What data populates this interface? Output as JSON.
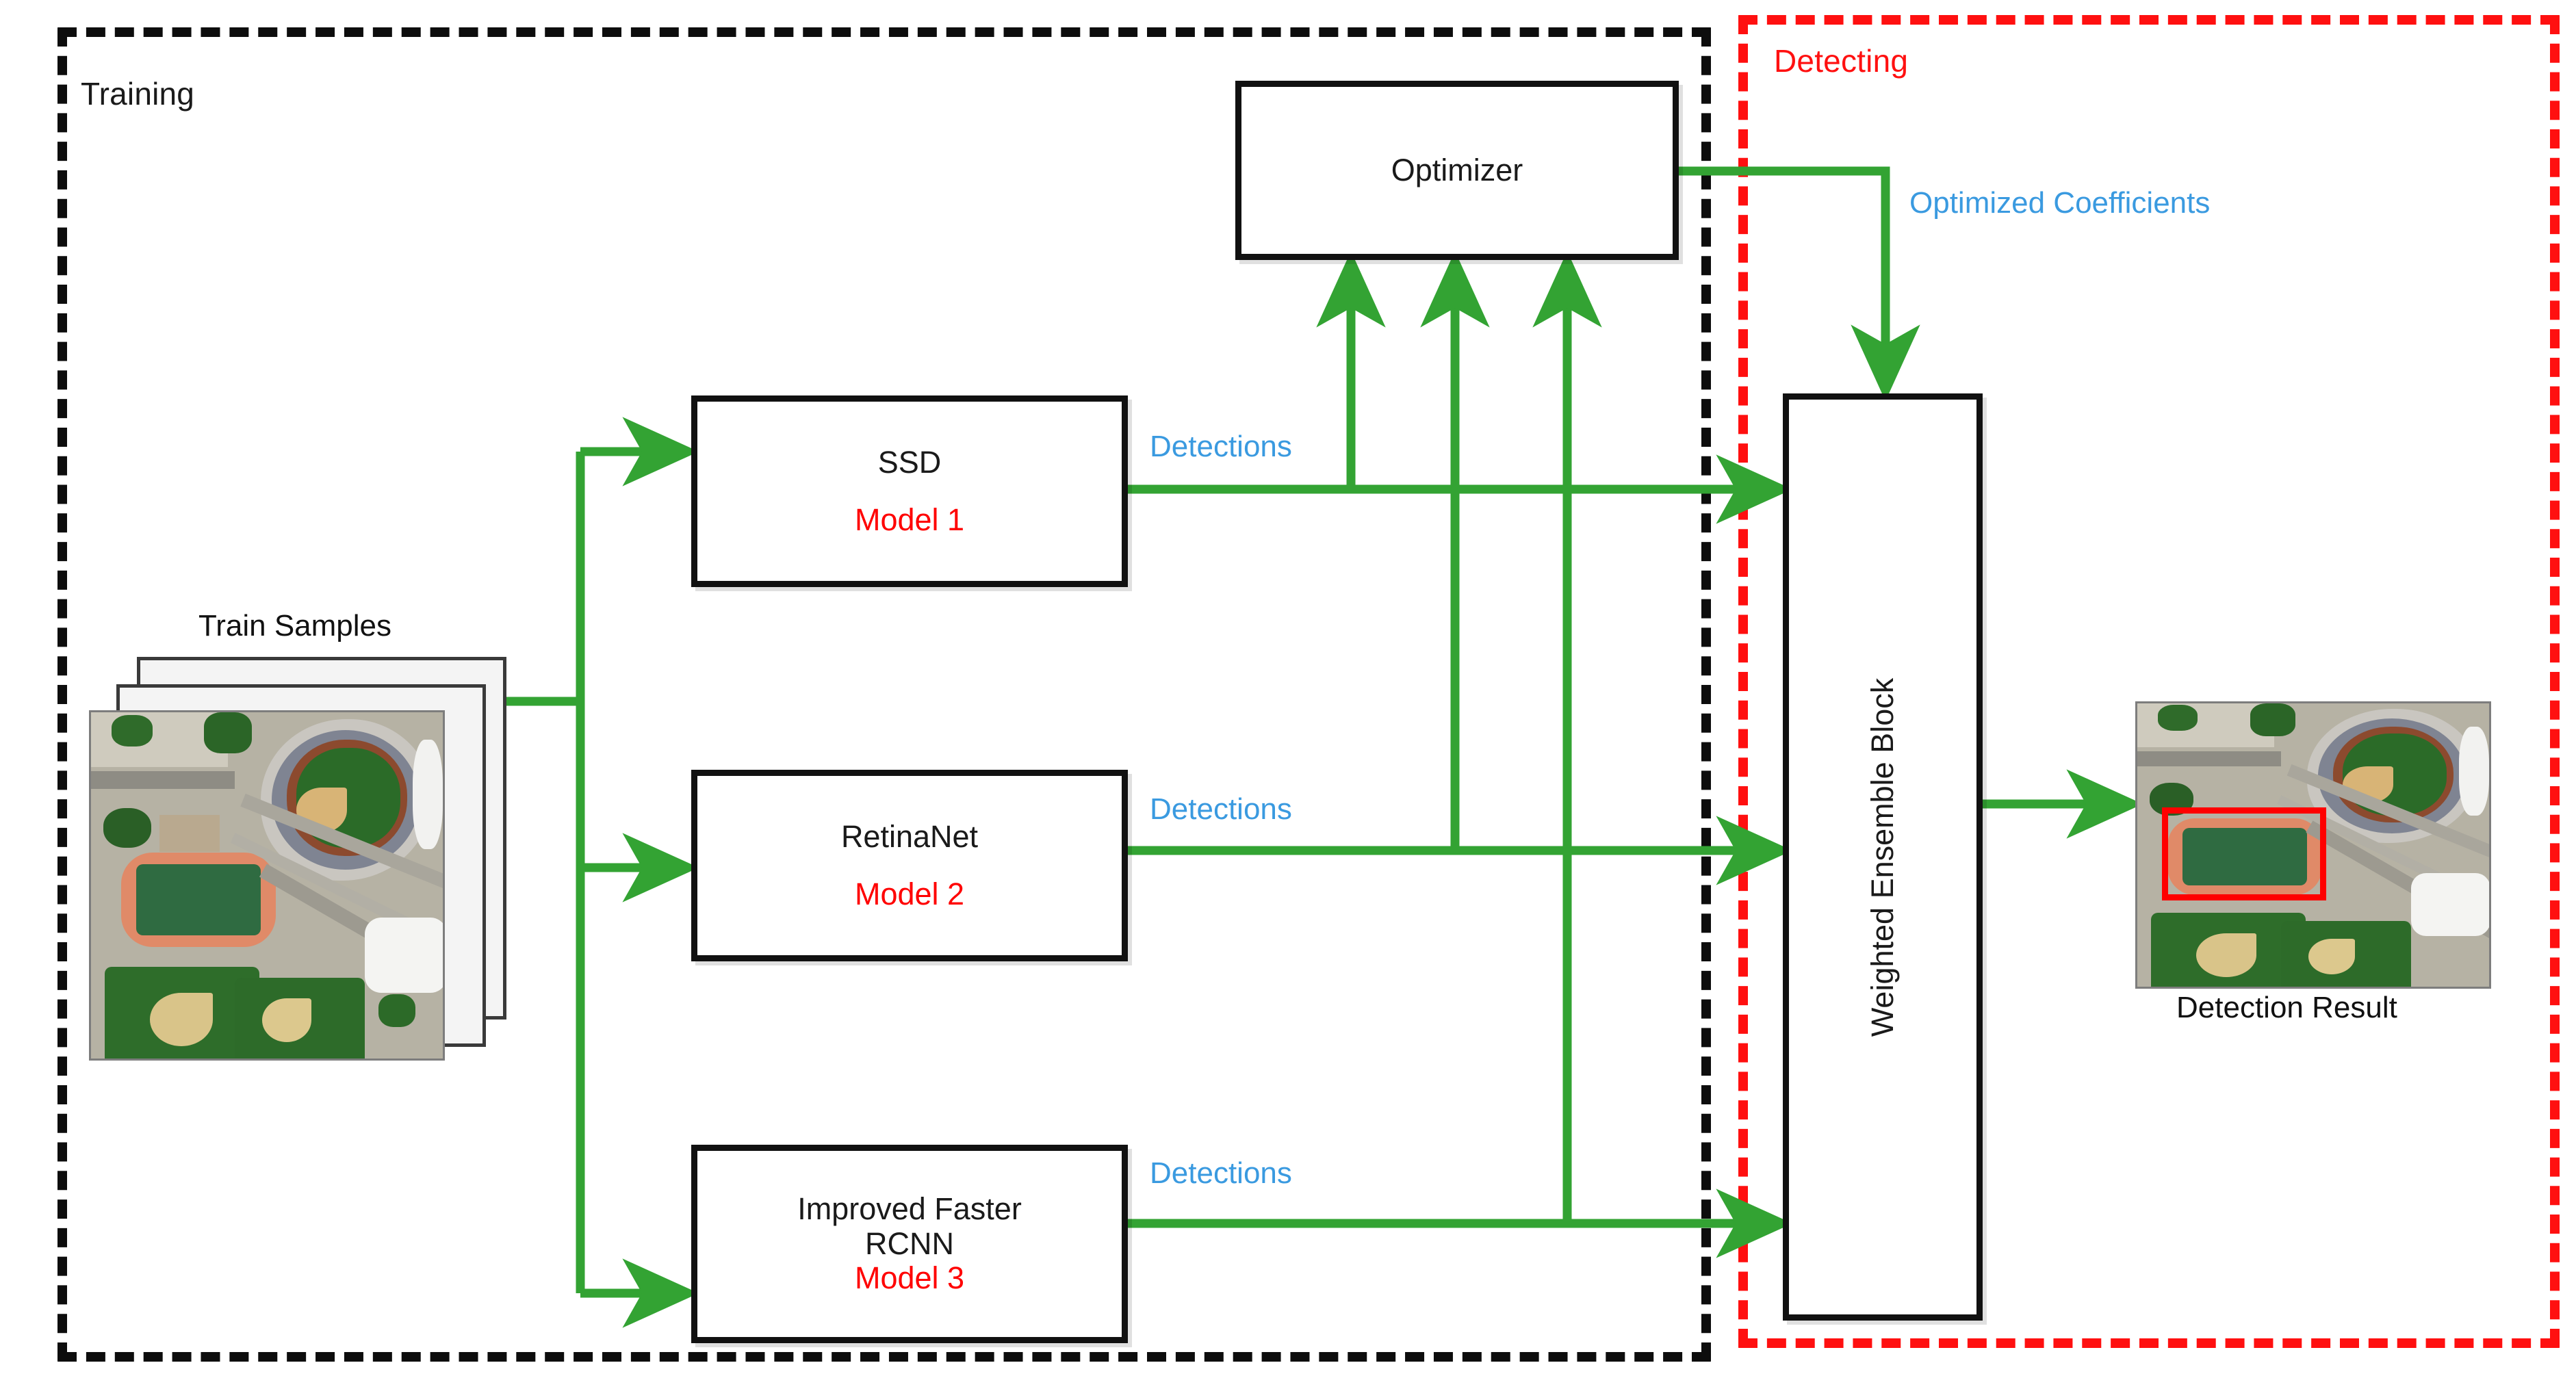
{
  "regions": {
    "training": {
      "label": "Training",
      "border_color": "#0d0d0d",
      "style": "dashed"
    },
    "detecting": {
      "label": "Detecting",
      "border_color": "#ff1010",
      "style": "dashed"
    }
  },
  "nodes": {
    "optimizer": {
      "title": "Optimizer",
      "subtitle": ""
    },
    "model1": {
      "title": "SSD",
      "subtitle": "Model 1"
    },
    "model2": {
      "title": "RetinaNet",
      "subtitle": "Model 2"
    },
    "model3": {
      "title": "Improved Faster",
      "title2": "RCNN",
      "subtitle": "Model 3"
    },
    "ensemble": {
      "title": "Weighted Ensemble Block"
    }
  },
  "edge_labels": {
    "detections_1": "Detections",
    "detections_2": "Detections",
    "detections_3": "Detections",
    "optimized_coefficients": "Optimized Coefficients"
  },
  "images": {
    "train_samples": {
      "caption": "Train Samples",
      "sheet_count": 3,
      "content": "aerial satellite view of a stadium, running track and baseball fields"
    },
    "detection_result": {
      "caption": "Detection Result",
      "content": "aerial satellite view with a red detection bounding box around the running track / field",
      "bbox_color": "#ff0000"
    }
  },
  "colors": {
    "arrow_green": "#33a333",
    "label_blue": "#3a9ae0",
    "model_red": "#ff0000",
    "region_red": "#ff1010",
    "box_black": "#111111"
  },
  "chart_data": {
    "type": "flowchart",
    "title": "Weighted ensemble object detection pipeline",
    "nodes": [
      {
        "id": "train_samples",
        "label": "Train Samples",
        "kind": "image-stack",
        "region": "Training"
      },
      {
        "id": "model1",
        "label": "SSD / Model 1",
        "kind": "box",
        "region": "Training"
      },
      {
        "id": "model2",
        "label": "RetinaNet / Model 2",
        "kind": "box",
        "region": "Training"
      },
      {
        "id": "model3",
        "label": "Improved Faster RCNN / Model 3",
        "kind": "box",
        "region": "Training"
      },
      {
        "id": "optimizer",
        "label": "Optimizer",
        "kind": "box",
        "region": "Training"
      },
      {
        "id": "ensemble",
        "label": "Weighted Ensemble Block",
        "kind": "box",
        "region": "Detecting"
      },
      {
        "id": "result",
        "label": "Detection Result",
        "kind": "image",
        "region": "Detecting"
      }
    ],
    "edges": [
      {
        "from": "train_samples",
        "to": "model1",
        "label": "",
        "color": "#33a333"
      },
      {
        "from": "train_samples",
        "to": "model2",
        "label": "",
        "color": "#33a333"
      },
      {
        "from": "train_samples",
        "to": "model3",
        "label": "",
        "color": "#33a333"
      },
      {
        "from": "model1",
        "to": "optimizer",
        "label": "Detections",
        "color": "#33a333"
      },
      {
        "from": "model2",
        "to": "optimizer",
        "label": "Detections",
        "color": "#33a333"
      },
      {
        "from": "model3",
        "to": "optimizer",
        "label": "Detections",
        "color": "#33a333"
      },
      {
        "from": "model1",
        "to": "ensemble",
        "label": "Detections",
        "color": "#33a333"
      },
      {
        "from": "model2",
        "to": "ensemble",
        "label": "Detections",
        "color": "#33a333"
      },
      {
        "from": "model3",
        "to": "ensemble",
        "label": "Detections",
        "color": "#33a333"
      },
      {
        "from": "optimizer",
        "to": "ensemble",
        "label": "Optimized Coefficients",
        "color": "#33a333"
      },
      {
        "from": "ensemble",
        "to": "result",
        "label": "",
        "color": "#33a333"
      }
    ]
  }
}
